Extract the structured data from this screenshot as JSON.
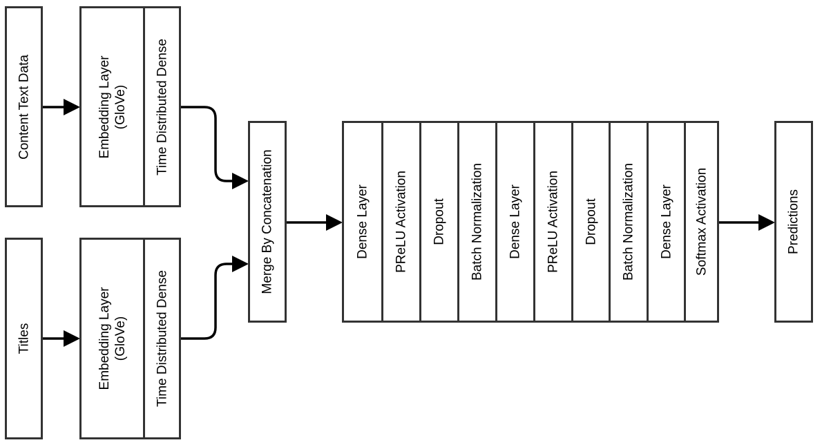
{
  "colors": {
    "stroke": "#333333",
    "arrow": "#000000",
    "background": "#ffffff"
  },
  "inputs": {
    "content": "Content Text Data",
    "titles": "Titles"
  },
  "encoder_top": {
    "embedding_line1": "Embedding Layer",
    "embedding_line2": "(GloVe)",
    "time_distributed": "Time Distributed Dense"
  },
  "encoder_bottom": {
    "embedding_line1": "Embedding Layer",
    "embedding_line2": "(GloVe)",
    "time_distributed": "Time Distributed Dense"
  },
  "merge": "Merge By Concatenation",
  "stack": [
    "Dense Layer",
    "PReLU Activation",
    "Dropout",
    "Batch Normalization",
    "Dense Layer",
    "PReLU Activation",
    "Dropout",
    "Batch Normalization",
    "Dense Layer",
    "Softmax Activation"
  ],
  "output": "Predictions"
}
